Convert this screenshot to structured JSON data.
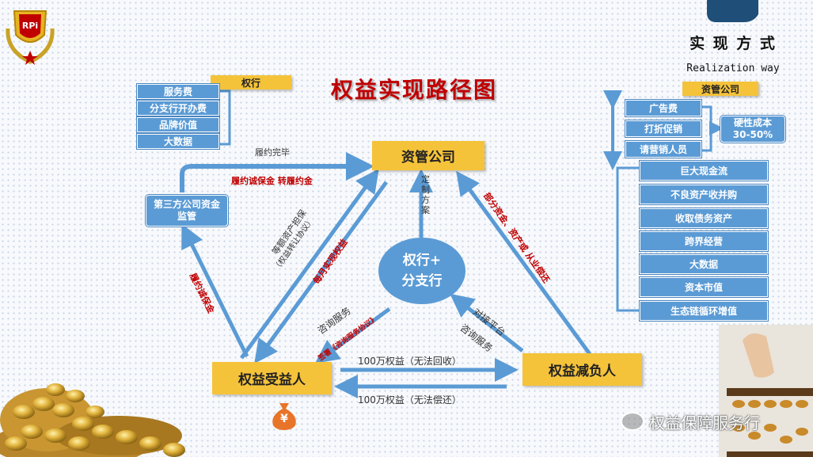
{
  "logo": {
    "text": "RPi"
  },
  "title": "权益实现路径图",
  "header": {
    "title_cn": "实 现 方 式",
    "title_en": "Realization way"
  },
  "quanhang": {
    "label": "权行",
    "items": [
      "服务费",
      "分支行开办费",
      "品牌价值",
      "大数据"
    ]
  },
  "third_party": "第三方公司资金监管",
  "asset_mgmt_center": "资管公司",
  "center": {
    "line1": "权行+",
    "line2": "分支行"
  },
  "beneficiary": "权益受益人",
  "debtor": "权益减负人",
  "right_panel": {
    "title": "资管公司",
    "items": [
      "广告费",
      "打折促销",
      "请营销人员"
    ],
    "hard_cost": {
      "line1": "硬性成本",
      "line2": "30-50%"
    },
    "benefits": [
      "巨大现金流",
      "不良资产收并购",
      "收取债务资产",
      "跨界经营",
      "大数据",
      "资本市值",
      "生态链循环增值"
    ]
  },
  "labels": {
    "contract_done": "履约完毕",
    "deposit_transfer": "履约诚保金 转履约金",
    "deposit": "履约诚保金",
    "custom_plan": "定制方案",
    "equal_asset": "等额资产担保",
    "equal_asset_sub": "（权益转让协议）",
    "monthly": "每月实现权益",
    "partial": "部分资金、资产或 从业偿还",
    "consult_left": "咨询服务",
    "consult_left_sub": "签署《咨询服务协议》",
    "dock": "对接平台",
    "consult_right": "咨询服务",
    "equity_top": "100万权益（无法回收）",
    "equity_bottom": "100万权益（无法偿还）"
  },
  "money_bag": "¥",
  "watermark": "权益保障服务行",
  "colors": {
    "box_blue": "#5b9bd5",
    "box_yellow": "#f5c33a",
    "title_red": "#c00000",
    "arrow_blue": "#5b9bd5"
  }
}
